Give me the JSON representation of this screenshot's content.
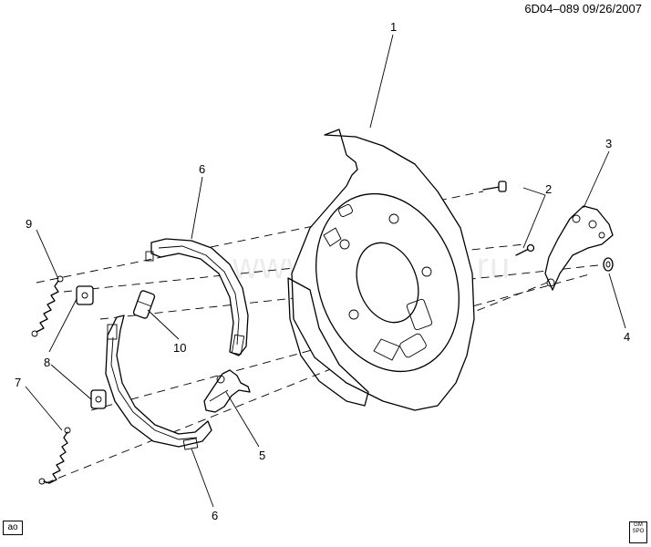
{
  "header": {
    "ref": "6D04–089  09/26/2007"
  },
  "watermark": "www.gmsklad.ru",
  "corner_tag": "ao",
  "logo": {
    "line1": "GM",
    "line2": "SPO"
  },
  "callouts": {
    "c1": "1",
    "c2": "2",
    "c3": "3",
    "c4": "4",
    "c5": "5",
    "c6a": "6",
    "c6b": "6",
    "c7": "7",
    "c8": "8",
    "c9": "9",
    "c10": "10"
  }
}
